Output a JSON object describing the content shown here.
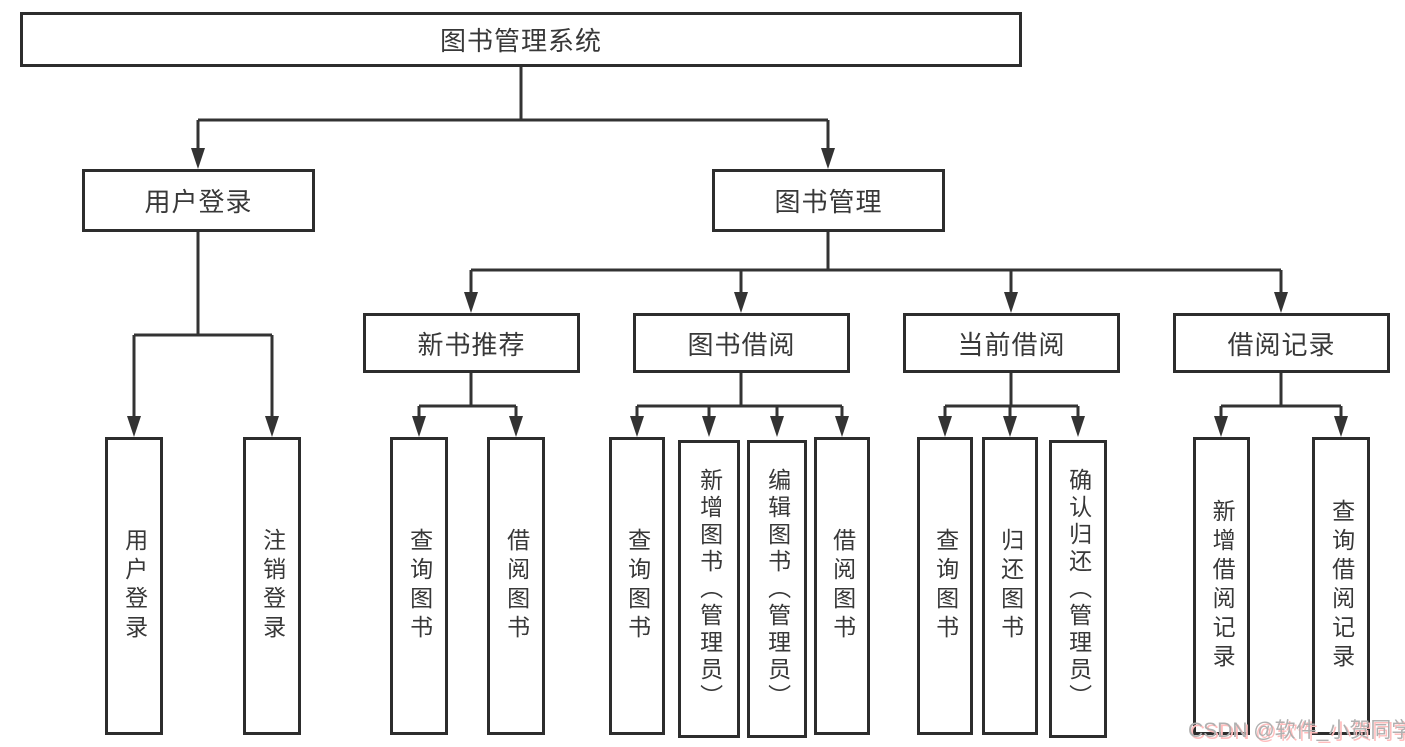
{
  "diagram": {
    "title": "图书管理系统",
    "root": {
      "label": "图书管理系统"
    },
    "level2": {
      "user_login": {
        "label": "用户登录"
      },
      "book_mgmt": {
        "label": "图书管理"
      }
    },
    "level3": {
      "new_book_rec": {
        "label": "新书推荐"
      },
      "book_borrow": {
        "label": "图书借阅"
      },
      "current_borrow": {
        "label": "当前借阅"
      },
      "borrow_records": {
        "label": "借阅记录"
      }
    },
    "leaves": {
      "login_user_login": {
        "label": "用户登录"
      },
      "login_logout": {
        "label": "注销登录"
      },
      "rec_query_books": {
        "label": "查询图书"
      },
      "rec_borrow_books": {
        "label": "借阅图书"
      },
      "borrow_query_books": {
        "label": "查询图书"
      },
      "borrow_add_books": {
        "label": "新增图书（管理员）"
      },
      "borrow_edit_books": {
        "label": "编辑图书（管理员）"
      },
      "borrow_borrow_books": {
        "label": "借阅图书"
      },
      "current_query_books": {
        "label": "查询图书"
      },
      "current_return_books": {
        "label": "归还图书"
      },
      "current_confirm_return": {
        "label": "确认归还（管理员）"
      },
      "records_add_record": {
        "label": "新增借阅记录"
      },
      "records_query_record": {
        "label": "查询借阅记录"
      }
    }
  },
  "watermark": {
    "text": "CSDN @软件_小贺同学"
  },
  "colors": {
    "line": "#333333",
    "box_border": "#2d2d2d",
    "text": "#383838",
    "background": "#ffffff",
    "watermark_text": "#b0b0b0",
    "watermark_shadow": "#ffbdbd"
  }
}
